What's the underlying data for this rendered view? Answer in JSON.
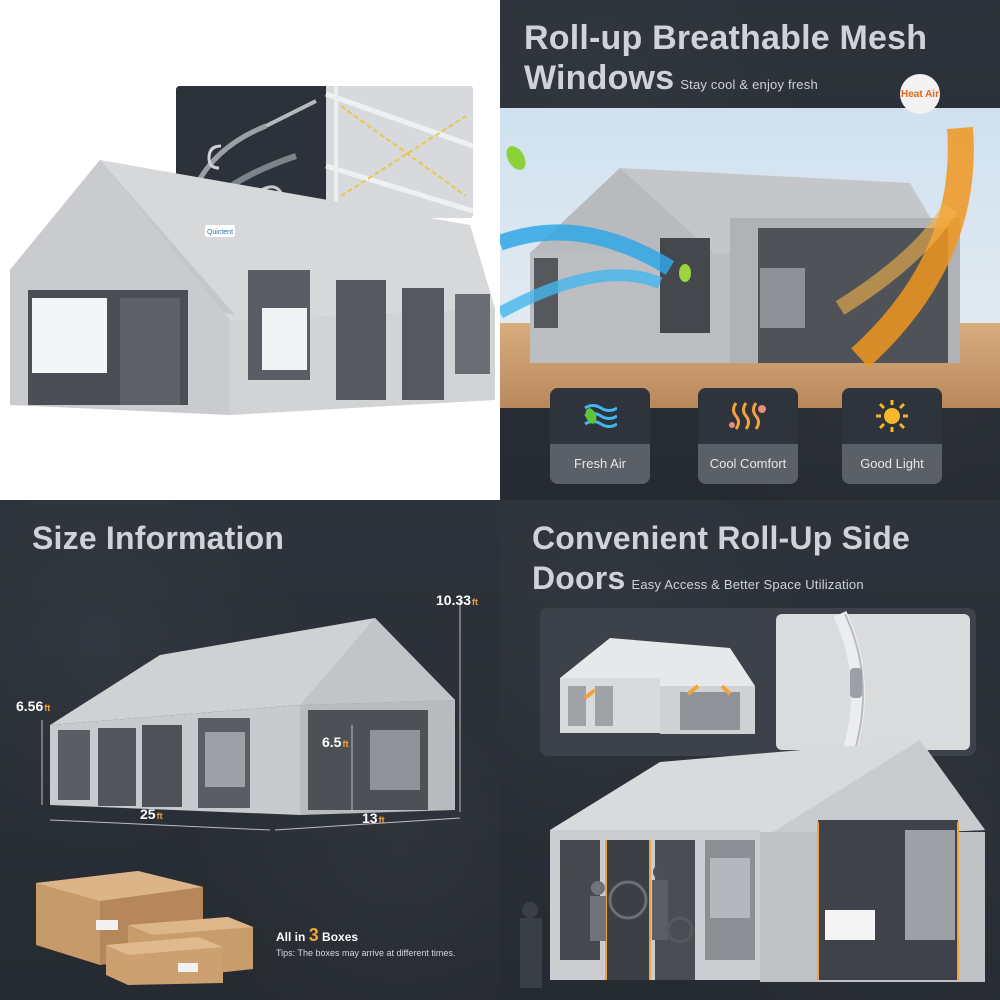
{
  "panel_1": {
    "brand_label": "Quictent"
  },
  "panel_2": {
    "title_line1": "Roll-up Breathable Mesh",
    "title_line2": "Windows",
    "subtitle": "Stay cool & enjoy fresh",
    "badge_text": "Heat Air",
    "features": [
      {
        "label": "Fresh Air",
        "icon": "wind-icon"
      },
      {
        "label": "Cool Comfort",
        "icon": "cool-waves-icon"
      },
      {
        "label": "Good Light",
        "icon": "sun-icon"
      }
    ]
  },
  "panel_3": {
    "title": "Size Information",
    "dims": {
      "height_peak": "10.33",
      "height_side": "6.56",
      "door_height": "6.5",
      "length": "25",
      "width": "13",
      "unit": "ft"
    },
    "boxes_text_prefix": "All in",
    "boxes_count": "3",
    "boxes_text_suffix": "Boxes",
    "tips": "Tips: The boxes may arrive at different times."
  },
  "panel_4": {
    "title_line1": "Convenient Roll-Up Side",
    "title_line2": "Doors",
    "subtitle": "Easy Access & Better Space Utilization"
  },
  "colors": {
    "accent_orange": "#f2a23a",
    "dark_bg": "#2a2f37",
    "tent_gray": "#c9cbcd"
  }
}
